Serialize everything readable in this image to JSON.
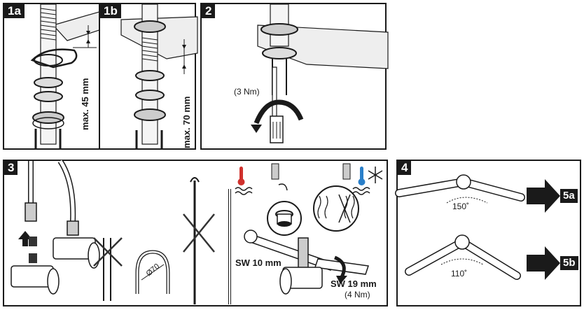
{
  "panels": {
    "p1a": {
      "badge": "1a",
      "measure": "max. 45 mm"
    },
    "p1b": {
      "badge": "1b",
      "measure": "max. 70 mm"
    },
    "p2": {
      "badge": "2",
      "torque": "(3 Nm)"
    },
    "p3": {
      "badge": "3",
      "diameter": "Ø70",
      "wrench_small": "SW 10 mm",
      "wrench_large": "SW 19 mm",
      "torque": "(4 Nm)"
    },
    "p4": {
      "badge": "4",
      "angle_top": "150˚",
      "angle_bottom": "110˚",
      "arrow_top": "5a",
      "arrow_bottom": "5b"
    }
  },
  "colors": {
    "ink": "#1a1a1a",
    "hot": "#d0312d",
    "cold": "#2a7fc9",
    "cross": "#333333"
  },
  "icons": [
    "hot-water-icon",
    "cold-water-icon",
    "snowflake-icon",
    "filter-icon",
    "spring-icon",
    "wrench-icon",
    "cross-icon",
    "arrow-right-icon"
  ]
}
